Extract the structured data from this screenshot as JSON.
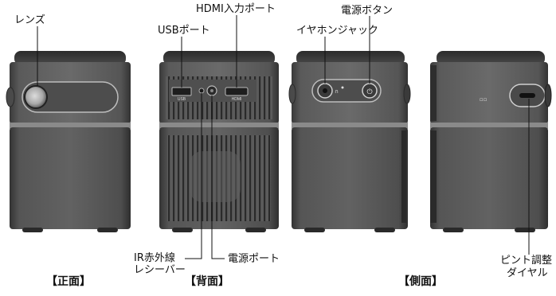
{
  "labels": {
    "lens": "レンズ",
    "hdmi_port": "HDMI入力ポート",
    "usb_port": "USBポート",
    "power_button": "電源ボタン",
    "earphone_jack": "イヤホンジャック",
    "ir_receiver_line1": "IR赤外線",
    "ir_receiver_line2": "レシーバー",
    "power_port": "電源ポート",
    "focus_dial_line1": "ピント調整",
    "focus_dial_line2": "ダイヤル"
  },
  "views": {
    "front": "【正面】",
    "back": "【背面】",
    "side": "【側面】"
  },
  "port_labels": {
    "usb": "USB",
    "hdmi": "HDMI"
  }
}
